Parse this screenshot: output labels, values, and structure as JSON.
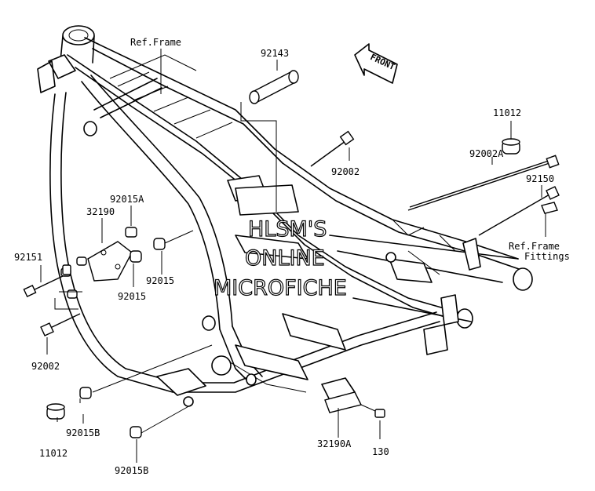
{
  "labels": {
    "ref_frame": "Ref.Frame",
    "p92143": "92143",
    "front_arrow": "FRONT",
    "p11012_top": "11012",
    "p92002a": "92002A",
    "p92002_mid": "92002",
    "p92150": "92150",
    "ref_frame_fittings_1": "Ref.Frame",
    "ref_frame_fittings_2": "Fittings",
    "p92015a": "92015A",
    "p32190": "32190",
    "p92151": "92151",
    "p92015_a": "92015",
    "p92015_b": "92015",
    "p92002_left": "92002",
    "p92015b_upper": "92015B",
    "p11012_bottom": "11012",
    "p92015b_lower": "92015B",
    "p32190a": "32190A",
    "p130": "130"
  },
  "watermark": {
    "line1": "HLSM'S",
    "line2": "ONLINE",
    "line3": "MICROFICHE"
  }
}
